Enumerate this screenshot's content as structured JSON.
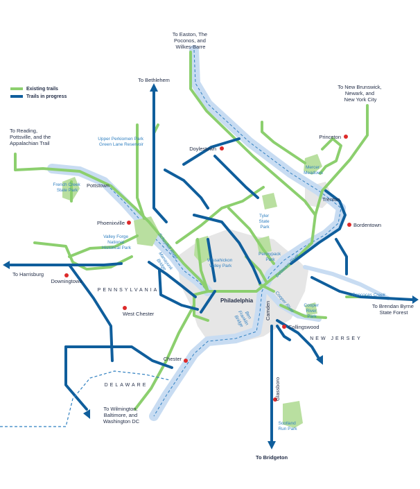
{
  "legend": {
    "existing_label": "Existing trails",
    "progress_label": "Trails in progress",
    "existing_color": "#8ccf6e",
    "progress_color": "#0f5e9c"
  },
  "destinations": {
    "easton": [
      "To Easton, The",
      "Poconos, and",
      "Wilkes-Barre"
    ],
    "bethlehem": "To Bethlehem",
    "new_brunswick": [
      "To New Brunswick,",
      "Newark, and",
      "New York City"
    ],
    "reading": [
      "To Reading,",
      "Pottsville, and the",
      "Appalachian Trail"
    ],
    "harrisburg": "To Harrisburg",
    "brendan_byrne": [
      "To Brendan Byrne",
      "State Forest"
    ],
    "wilmington": [
      "To Wilmington,",
      "Baltimore, and",
      "Washington DC"
    ],
    "bridgeton": "To Bridgeton"
  },
  "towns": {
    "doylestown": "Doylestown",
    "princeton": "Princeton",
    "pottstown": "Pottstown",
    "trenton": "Trenton",
    "phoenixville": "Phoenixville",
    "bordentown": "Bordentown",
    "downingtown": "Downingtown",
    "philadelphia": "Philadelphia",
    "west_chester": "West Chester",
    "collingswood": "Collingswood",
    "camden": "Camden",
    "chester": "Chester",
    "glassboro": "Glassboro"
  },
  "parks": {
    "upper_perkiomen": [
      "Upper Perkiomen Park",
      "Green Lane Reservoir"
    ],
    "french_creek": [
      "French Creek",
      "State Park"
    ],
    "mercer": [
      "Mercer",
      "Meadows"
    ],
    "tyler": [
      "Tyler",
      "State",
      "Park"
    ],
    "valley_forge": [
      "Valley Forge",
      "National",
      "Historical Park"
    ],
    "wissahickon": [
      "Wissahickon",
      "Valley Park"
    ],
    "pennypack": [
      "Pennypack",
      "Park"
    ],
    "cooper_river_park": [
      "Cooper",
      "River",
      "Park"
    ],
    "scotland_run": [
      "Scotland",
      "Run Park"
    ]
  },
  "waterways": {
    "schuylkill": "Schuylkill River",
    "manayunk": [
      "Manayunk",
      "Bridge"
    ],
    "delaware": "Delaware River",
    "ben_franklin": [
      "Ben",
      "Franklin",
      "Bridge"
    ],
    "cooper_river": "Cooper River",
    "rancocas": "Rancocas Creek"
  },
  "states": {
    "pennsylvania": "PENNSYLVANIA",
    "new_jersey": "NEW JERSEY",
    "delaware": "DELAWARE"
  }
}
